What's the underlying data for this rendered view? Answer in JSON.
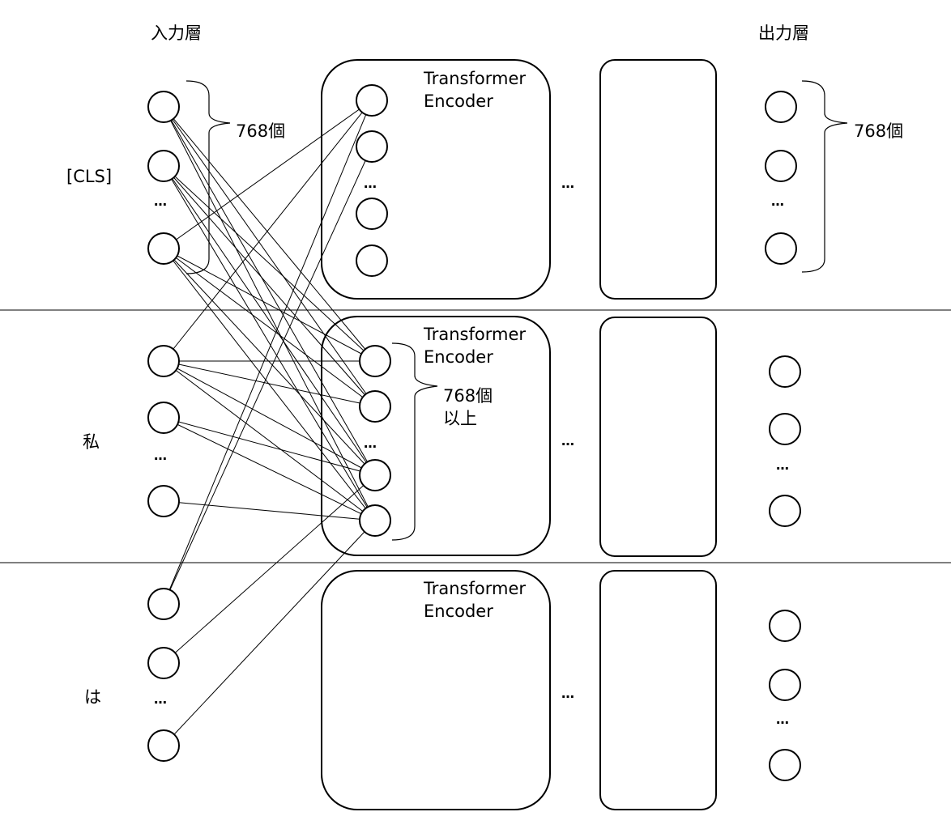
{
  "headers": {
    "input_layer": "入力層",
    "output_layer": "出力層"
  },
  "tokens": [
    {
      "label": "[CLS]",
      "input_ellipsis": "…",
      "output_ellipsis": "…",
      "size_label": "768個"
    },
    {
      "label": "私",
      "input_ellipsis": "…",
      "output_ellipsis": "…"
    },
    {
      "label": "は",
      "input_ellipsis": "…",
      "output_ellipsis": "…"
    }
  ],
  "encoders": [
    {
      "title_line1": "Transformer",
      "title_line2": "Encoder",
      "node_ellipsis": "…",
      "stack_ellipsis": "…"
    },
    {
      "title_line1": "Transformer",
      "title_line2": "Encoder",
      "node_ellipsis": "…",
      "stack_ellipsis": "…",
      "size_label_line1": "768個",
      "size_label_line2": "以上"
    },
    {
      "title_line1": "Transformer",
      "title_line2": "Encoder",
      "stack_ellipsis": "…"
    }
  ],
  "input_size_label": "768個",
  "colors": {
    "line": "#000000",
    "background": "#ffffff"
  }
}
